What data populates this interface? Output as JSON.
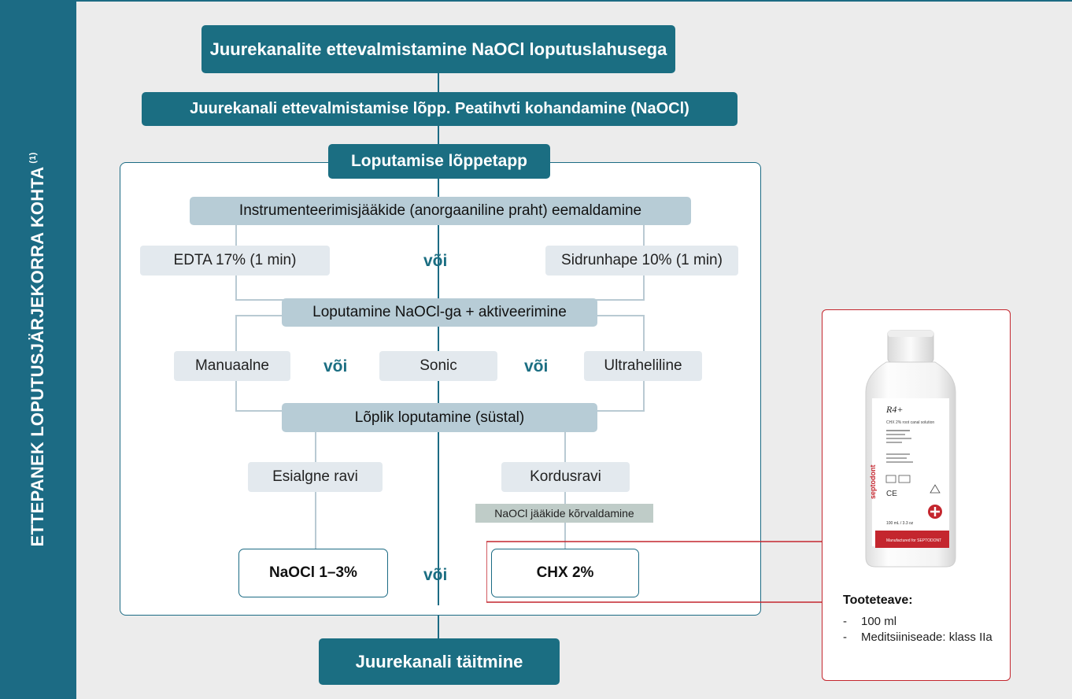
{
  "sidebar": {
    "title": "ETTEPANEK LOPUTUSJÄRJEKORRA KOHTA",
    "footnote": "(1)"
  },
  "steps": {
    "step1": "Juurekanalite ettevalmistamine NaOCl loputuslahusega",
    "step2": "Juurekanali ettevalmistamise lõpp. Peatihvti kohandamine (NaOCl)",
    "step3": "Loputamise lõppetapp",
    "debris": "Instrumenteerimisjääkide (anorgaaniline praht) eemaldamine",
    "edta": "EDTA 17% (1 min)",
    "citric": "Sidrunhape 10% (1 min)",
    "rinse_activation": "Loputamine NaOCl-ga + aktiveerimine",
    "manual": "Manuaalne",
    "sonic": "Sonic",
    "ultrasonic": "Ultraheliline",
    "final_rinse": "Lõplik loputamine (süstal)",
    "initial_treatment": "Esialgne ravi",
    "retreatment": "Kordusravi",
    "removal_note": "NaOCl jääkide kõrvaldamine",
    "naocl": "NaOCl 1–3%",
    "chx": "CHX 2%",
    "filling": "Juurekanali täitmine",
    "or": "või"
  },
  "product": {
    "title": "Tooteteave:",
    "items": [
      "100 ml",
      "Meditsiiniseade: klass IIa"
    ],
    "label_brand": "R4+",
    "label_line": "CHX 2% root canal solution",
    "label_volume": "100 mL / 3.3 oz",
    "label_side": "septodont",
    "label_mfr": "Manufactured for SEPTODONT"
  },
  "colors": {
    "teal": "#1b6e82",
    "grey_box": "#b7ccd6",
    "option_box": "#e3e9ee",
    "red_accent": "#c4262e",
    "background": "#ececec"
  }
}
